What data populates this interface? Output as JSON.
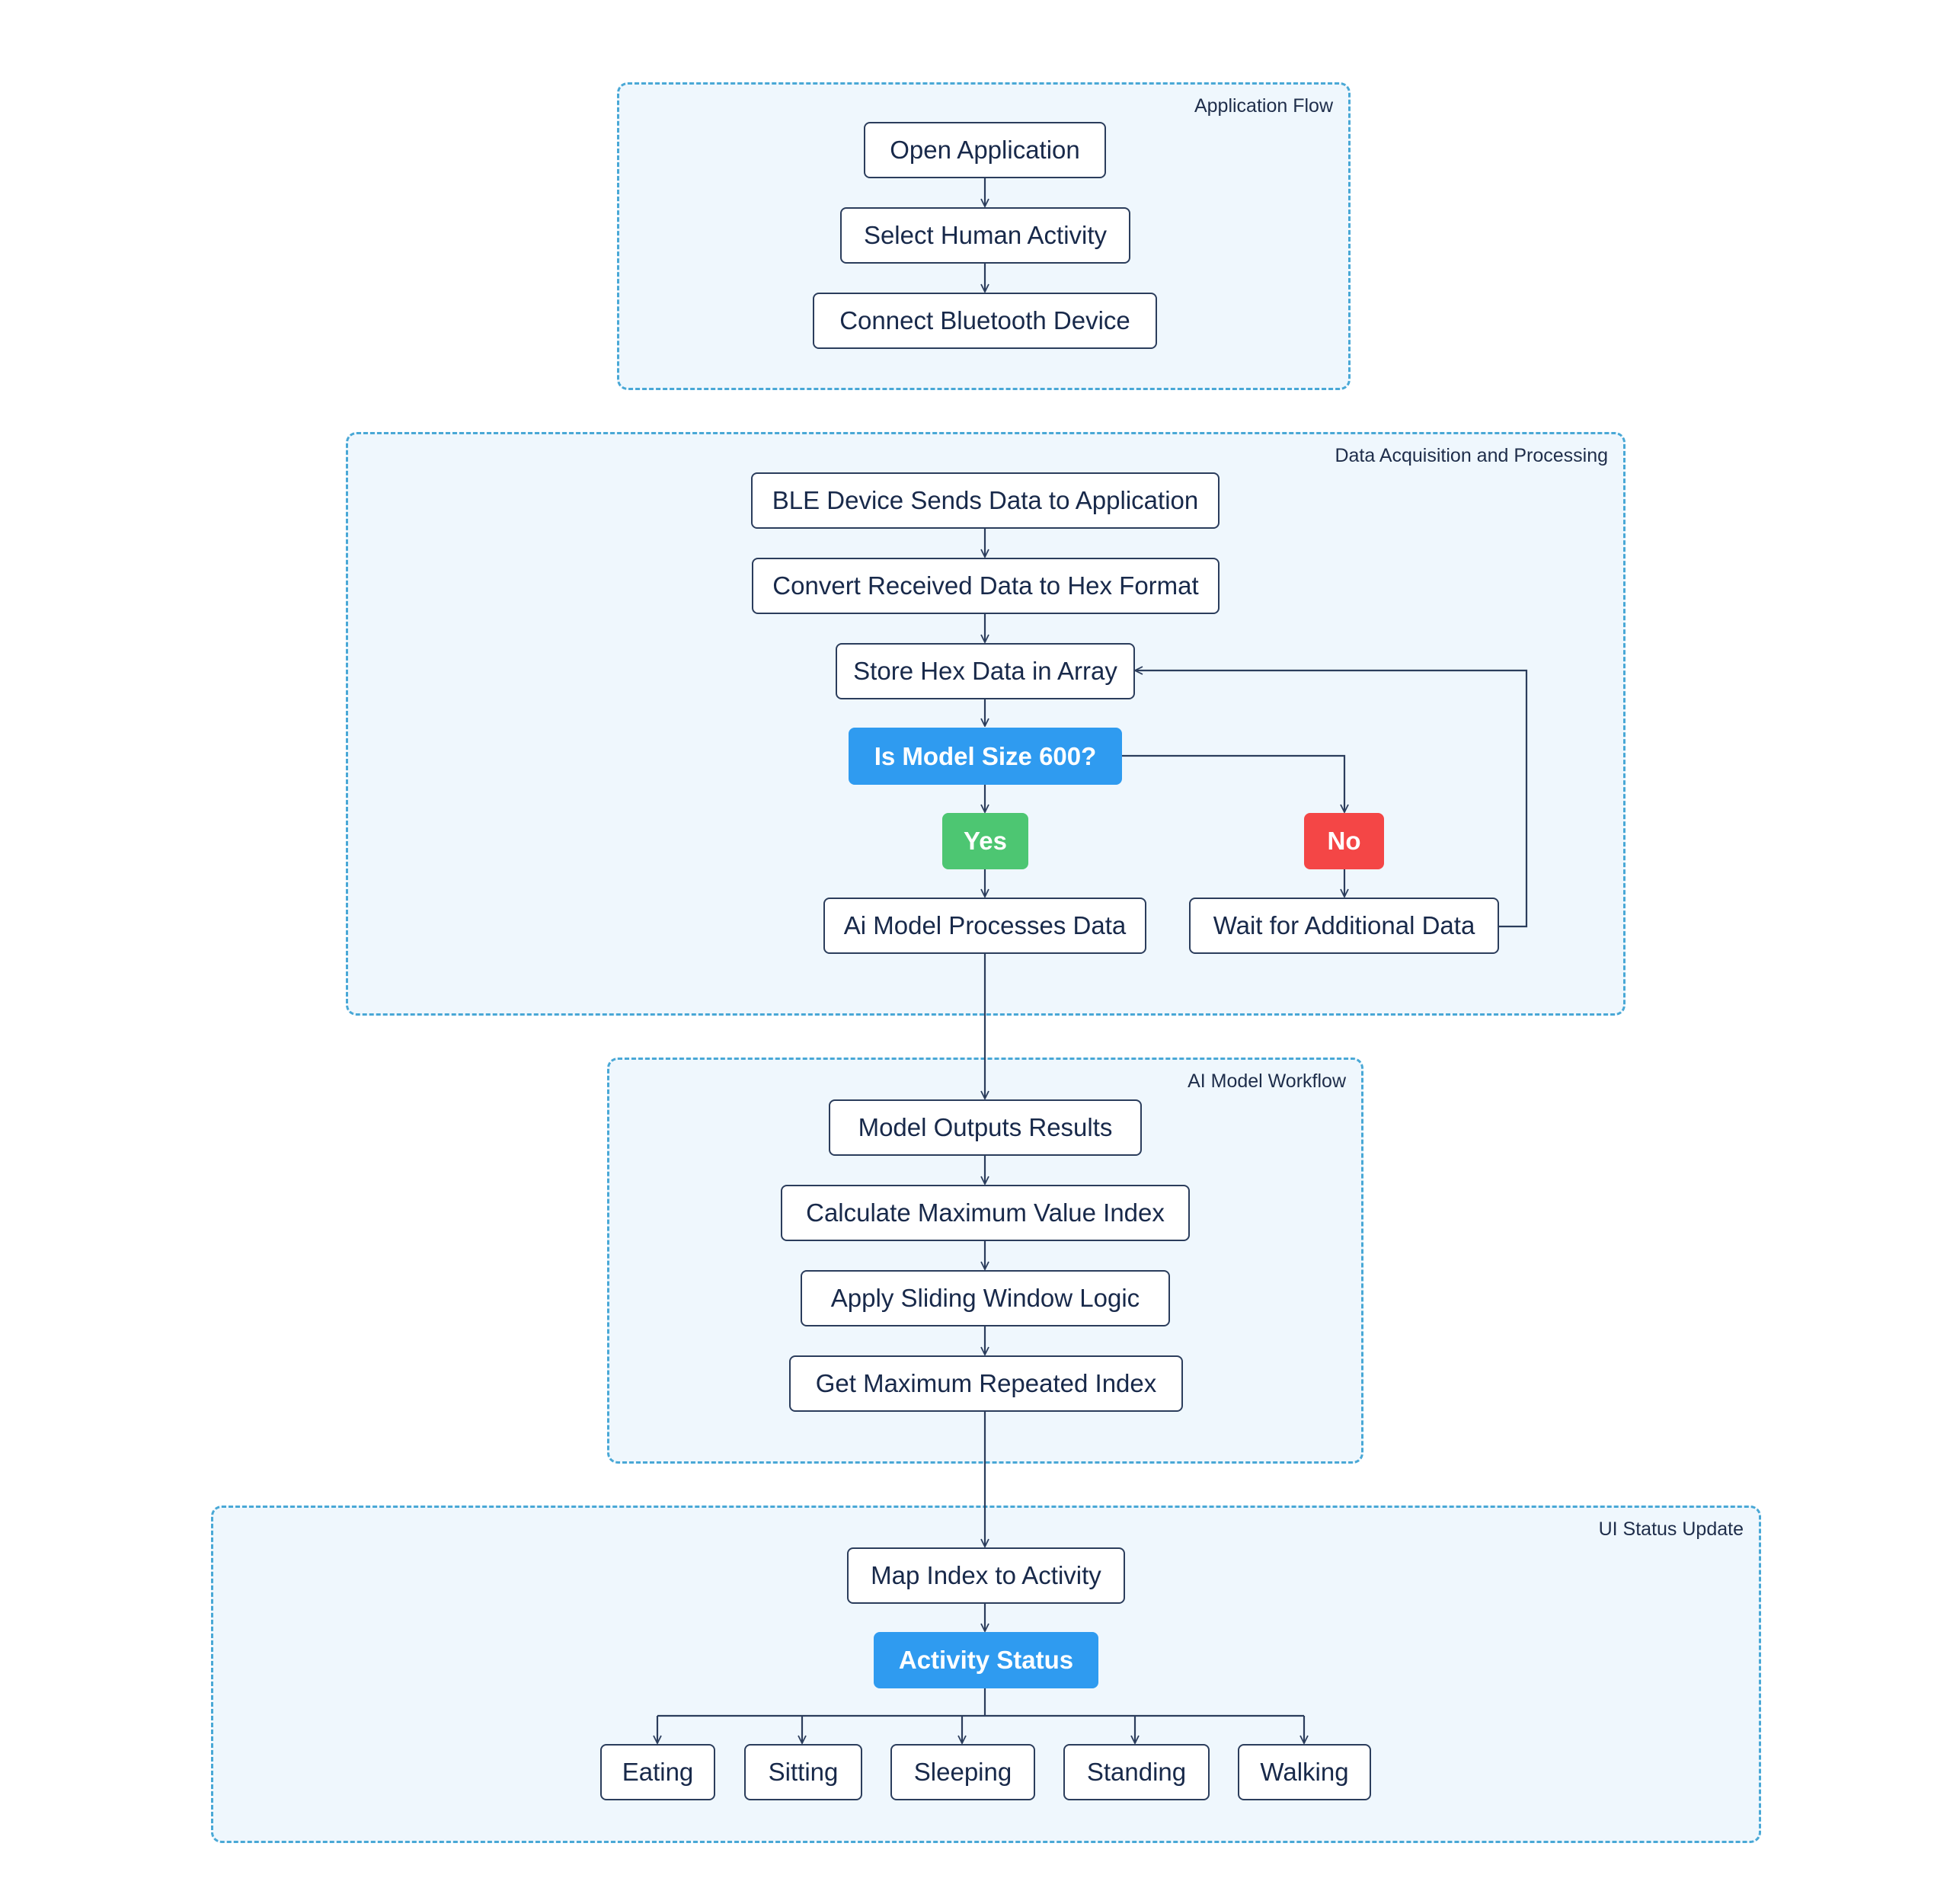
{
  "groups": {
    "app_flow": "Application Flow",
    "data_acq": "Data Acquisition and Processing",
    "ai_model": "AI Model Workflow",
    "ui_status": "UI Status Update"
  },
  "nodes": {
    "open_app": "Open Application",
    "select_activity": "Select Human Activity",
    "connect_bt": "Connect Bluetooth Device",
    "ble_sends": "BLE Device Sends Data to Application",
    "convert_hex": "Convert Received Data to Hex Format",
    "store_hex": "Store Hex Data in Array",
    "is_model_size": "Is Model Size 600?",
    "yes": "Yes",
    "no": "No",
    "ai_process": "Ai Model Processes Data",
    "wait_data": "Wait for Additional Data",
    "model_outputs": "Model Outputs Results",
    "calc_max": "Calculate Maximum Value Index",
    "sliding_window": "Apply Sliding Window Logic",
    "max_repeated": "Get Maximum Repeated Index",
    "map_index": "Map Index to Activity",
    "activity_status": "Activity Status",
    "eating": "Eating",
    "sitting": "Sitting",
    "sleeping": "Sleeping",
    "standing": "Standing",
    "walking": "Walking"
  },
  "colors": {
    "decision": "#2f9bf0",
    "yes": "#4dc672",
    "no": "#f44646",
    "group_border": "#49a8d6",
    "group_fill": "#eff7fd",
    "line": "#2b3d5c"
  }
}
